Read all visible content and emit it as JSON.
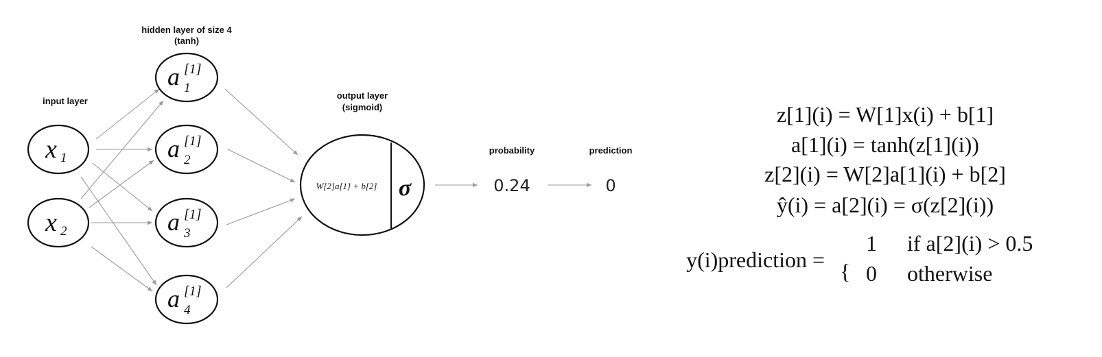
{
  "labels": {
    "hidden_layer": "hidden layer of size 4",
    "hidden_activation": "(tanh)",
    "input_layer": "input layer",
    "output_layer": "output layer",
    "output_activation": "(sigmoid)",
    "probability": "probability",
    "prediction": "prediction"
  },
  "inputs": [
    {
      "symbol": "x",
      "sub": "1"
    },
    {
      "symbol": "x",
      "sub": "2"
    }
  ],
  "hidden": [
    {
      "symbol": "a",
      "sup": "[1]",
      "sub": "1"
    },
    {
      "symbol": "a",
      "sup": "[1]",
      "sub": "2"
    },
    {
      "symbol": "a",
      "sup": "[1]",
      "sub": "3"
    },
    {
      "symbol": "a",
      "sup": "[1]",
      "sub": "4"
    }
  ],
  "output_node": {
    "linear": "W[2]a[1] + b[2]",
    "activation": "σ"
  },
  "values": {
    "probability": "0.24",
    "prediction": "0"
  },
  "equations": {
    "eq1": "z[1](i) = W[1]x(i) + b[1]",
    "eq2": "a[1](i) = tanh(z[1](i))",
    "eq3": "z[2](i) = W[2]a[1](i) + b[2]",
    "eq4": "ŷ(i) = a[2](i) = σ(z[2](i))",
    "eq5_lhs": "y(i)prediction",
    "eq5_case1_value": "1",
    "eq5_case1_cond": "if a[2](i) > 0.5",
    "eq5_case2_value": "0",
    "eq5_case2_cond": "otherwise"
  }
}
